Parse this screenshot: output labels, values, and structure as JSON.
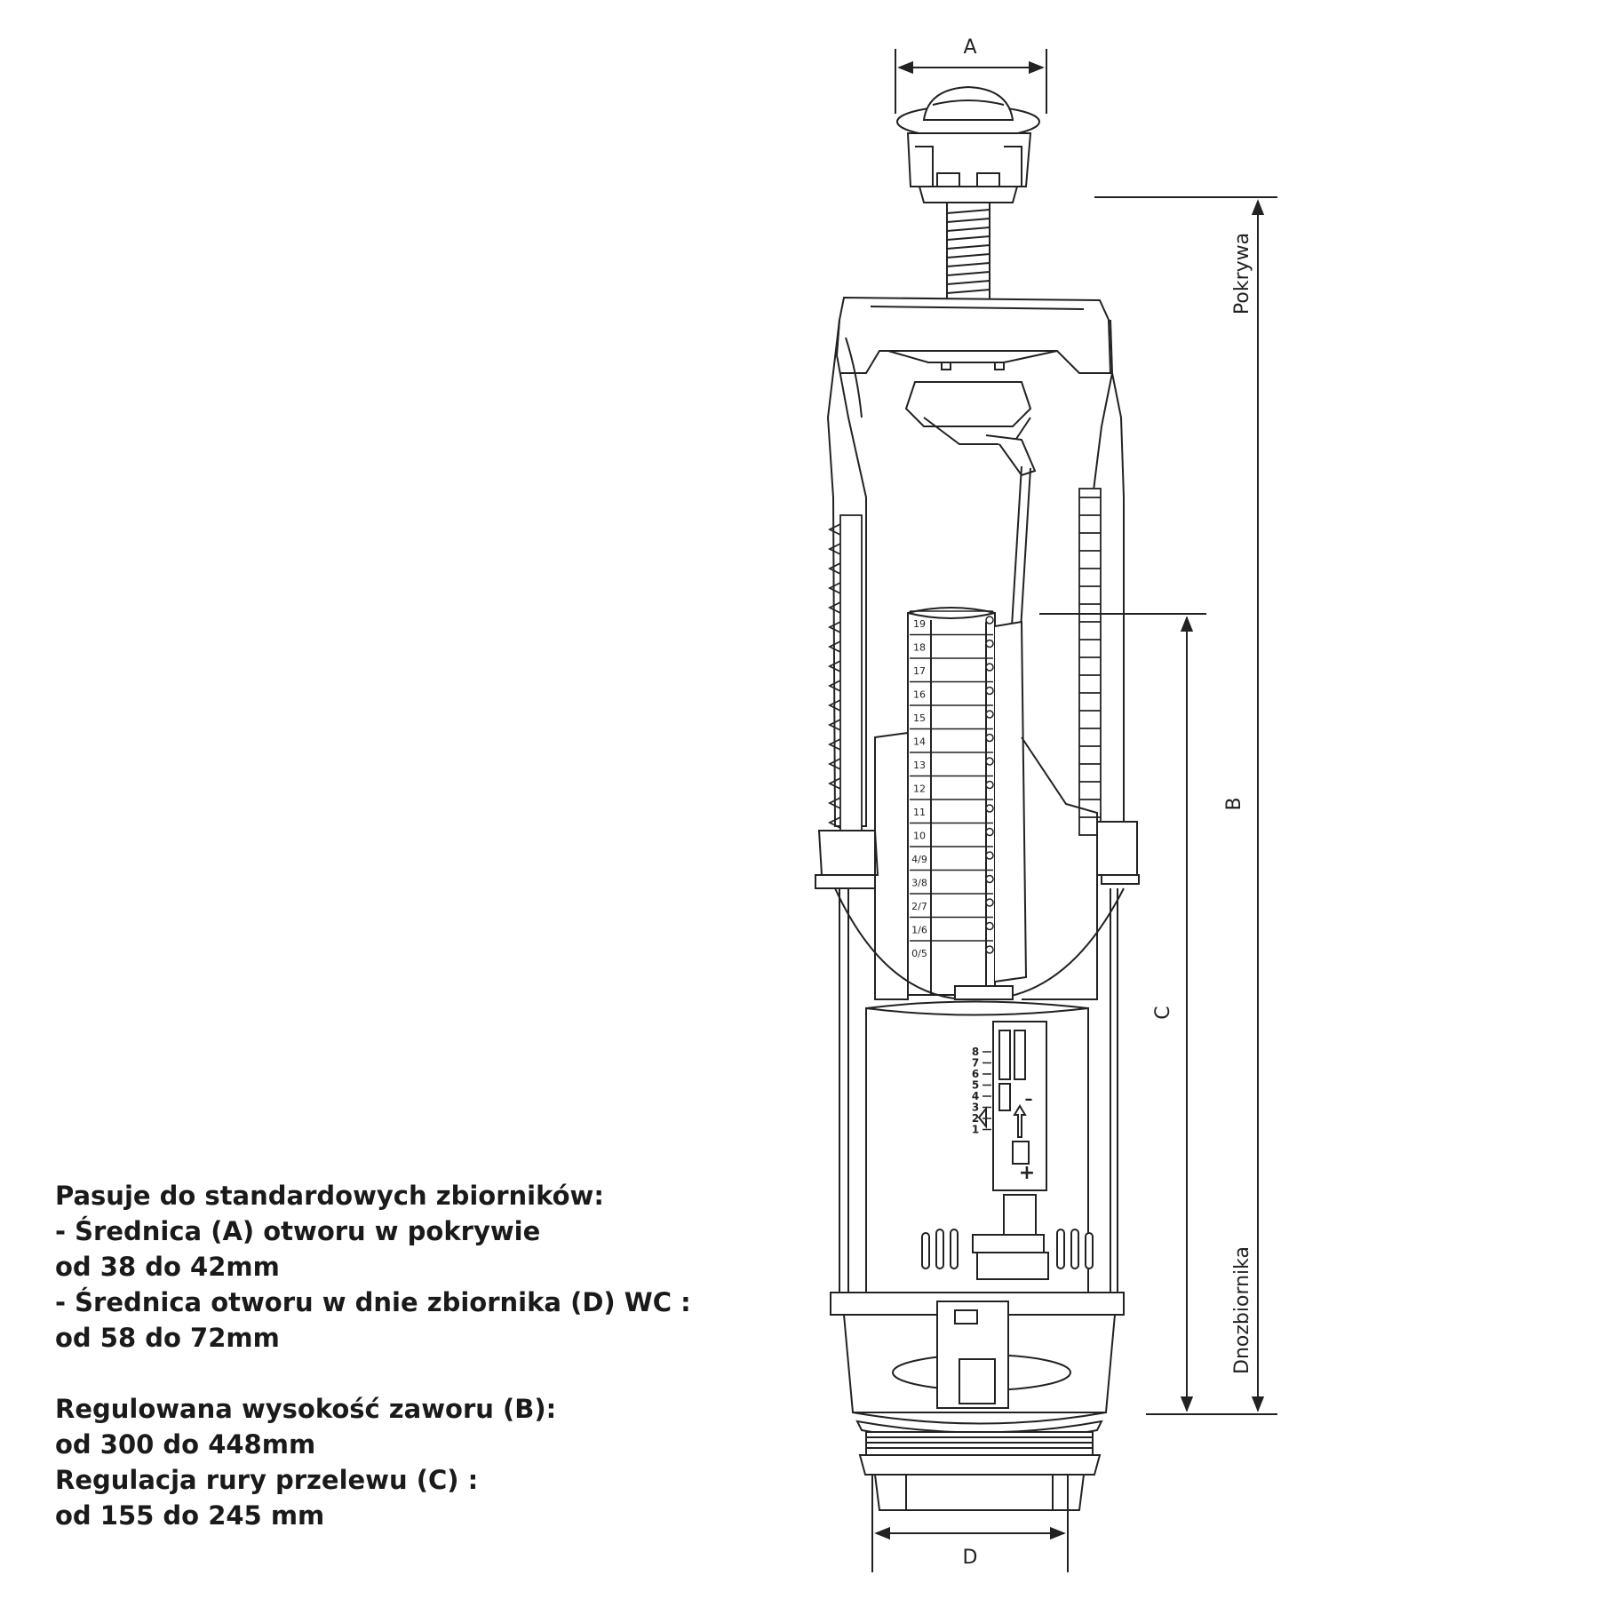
{
  "dimensions": {
    "A": "A",
    "B": "B",
    "C": "C",
    "D": "D",
    "pokrywa": "Pokrywa",
    "dno": "Dnozbiornika"
  },
  "scale_overflow": [
    "19",
    "18",
    "17",
    "16",
    "15",
    "14",
    "13",
    "12",
    "11",
    "10",
    "4/9",
    "3/8",
    "2/7",
    "1/6",
    "0/5"
  ],
  "scale_volume": [
    "8",
    "7",
    "6",
    "5",
    "4",
    "3",
    "2",
    "1"
  ],
  "scale_symbols": {
    "minus": "–",
    "plus": "+"
  },
  "description": {
    "fit_heading": "Pasuje do standardowych zbiorników:",
    "fit_line1": "- Średnica (A) otworu w pokrywie",
    "fit_line2": "od 38 do 42mm",
    "fit_line3": "- Średnica otworu w dnie zbiornika (D) WC :",
    "fit_line4": "od 58 do 72mm",
    "height_heading": "Regulowana wysokość zaworu (B):",
    "height_range": "od 300 do 448mm",
    "overflow_heading": "Regulacja rury przelewu (C) :",
    "overflow_range": "od 155 do 245 mm"
  },
  "colors": {
    "line": "#222222",
    "text": "#1a1a1a",
    "background": "#ffffff"
  }
}
